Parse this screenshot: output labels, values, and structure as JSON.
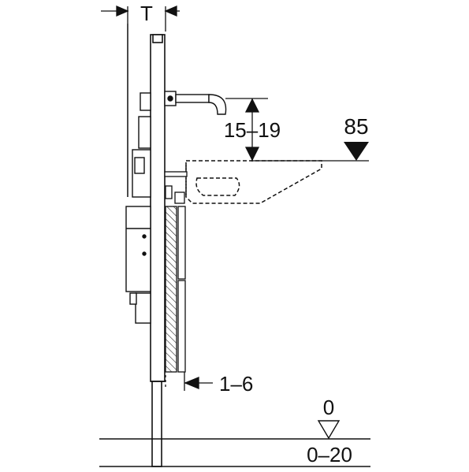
{
  "labels": {
    "depth": "T",
    "pipe_height": "15–19",
    "rim_height": "85",
    "wall_gap": "1–6",
    "floor_zero": "0",
    "floor_range": "0–20"
  }
}
